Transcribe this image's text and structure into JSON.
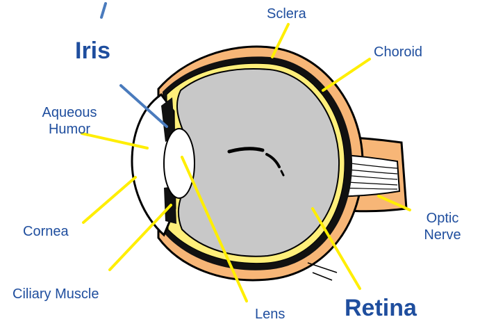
{
  "labels": {
    "sclera": "Sclera",
    "iris": "Iris",
    "choroid": "Choroid",
    "aqueous_humor_line1": "Aqueous",
    "aqueous_humor_line2": "Humor",
    "cornea": "Cornea",
    "optic_nerve_line1": "Optic",
    "optic_nerve_line2": "Nerve",
    "ciliary_muscle": "Ciliary Muscle",
    "lens": "Lens",
    "retina": "Retina"
  },
  "colors": {
    "label_text": "#1f4e9e",
    "leader_line": "#ffee00",
    "iris_leader": "#4a7bbd",
    "sclera": "#f7b677",
    "choroid": "#111111",
    "retina_layer": "#ffef7a",
    "vitreous": "#c8c8c8",
    "outline": "#000000"
  }
}
